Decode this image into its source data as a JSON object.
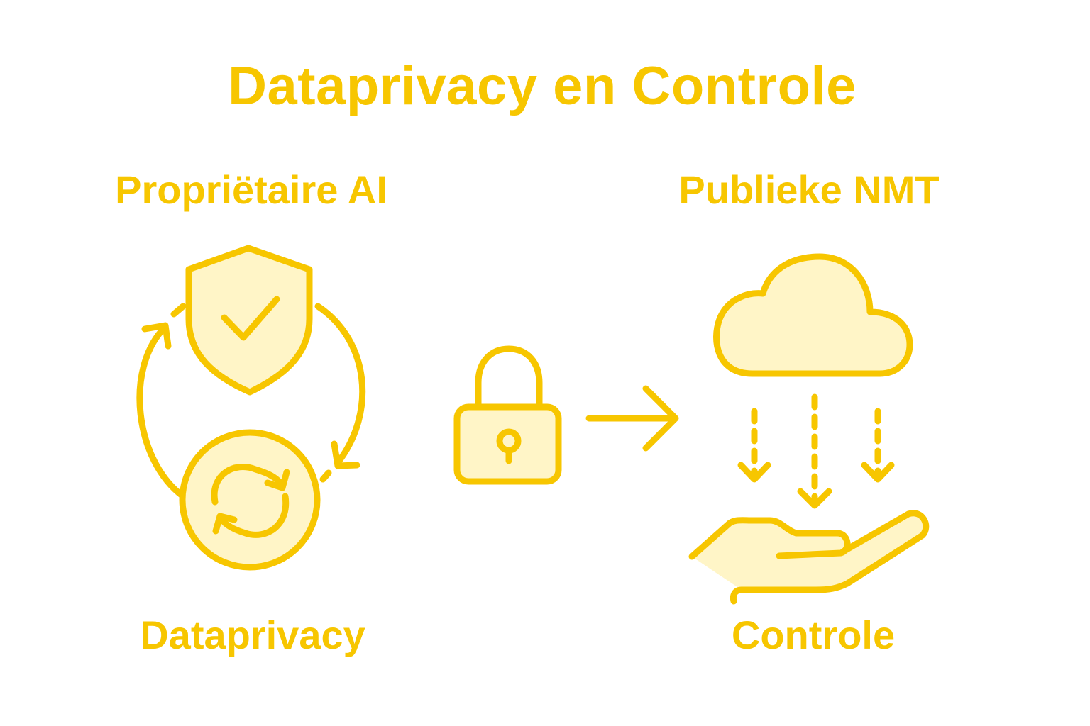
{
  "title": "Dataprivacy en Controle",
  "left": {
    "heading": "Propriëtaire AI",
    "caption": "Dataprivacy"
  },
  "right": {
    "heading": "Publieke NMT",
    "caption": "Controle"
  },
  "icons": [
    "shield-check-icon",
    "circular-arrows-icon",
    "sync-coin-icon",
    "padlock-icon",
    "right-arrow-icon",
    "cloud-icon",
    "download-arrows-icon",
    "open-hand-icon"
  ],
  "colors": {
    "stroke": "#F7C600",
    "fill": "#FFF5C7",
    "background": "#FFFFFF"
  }
}
